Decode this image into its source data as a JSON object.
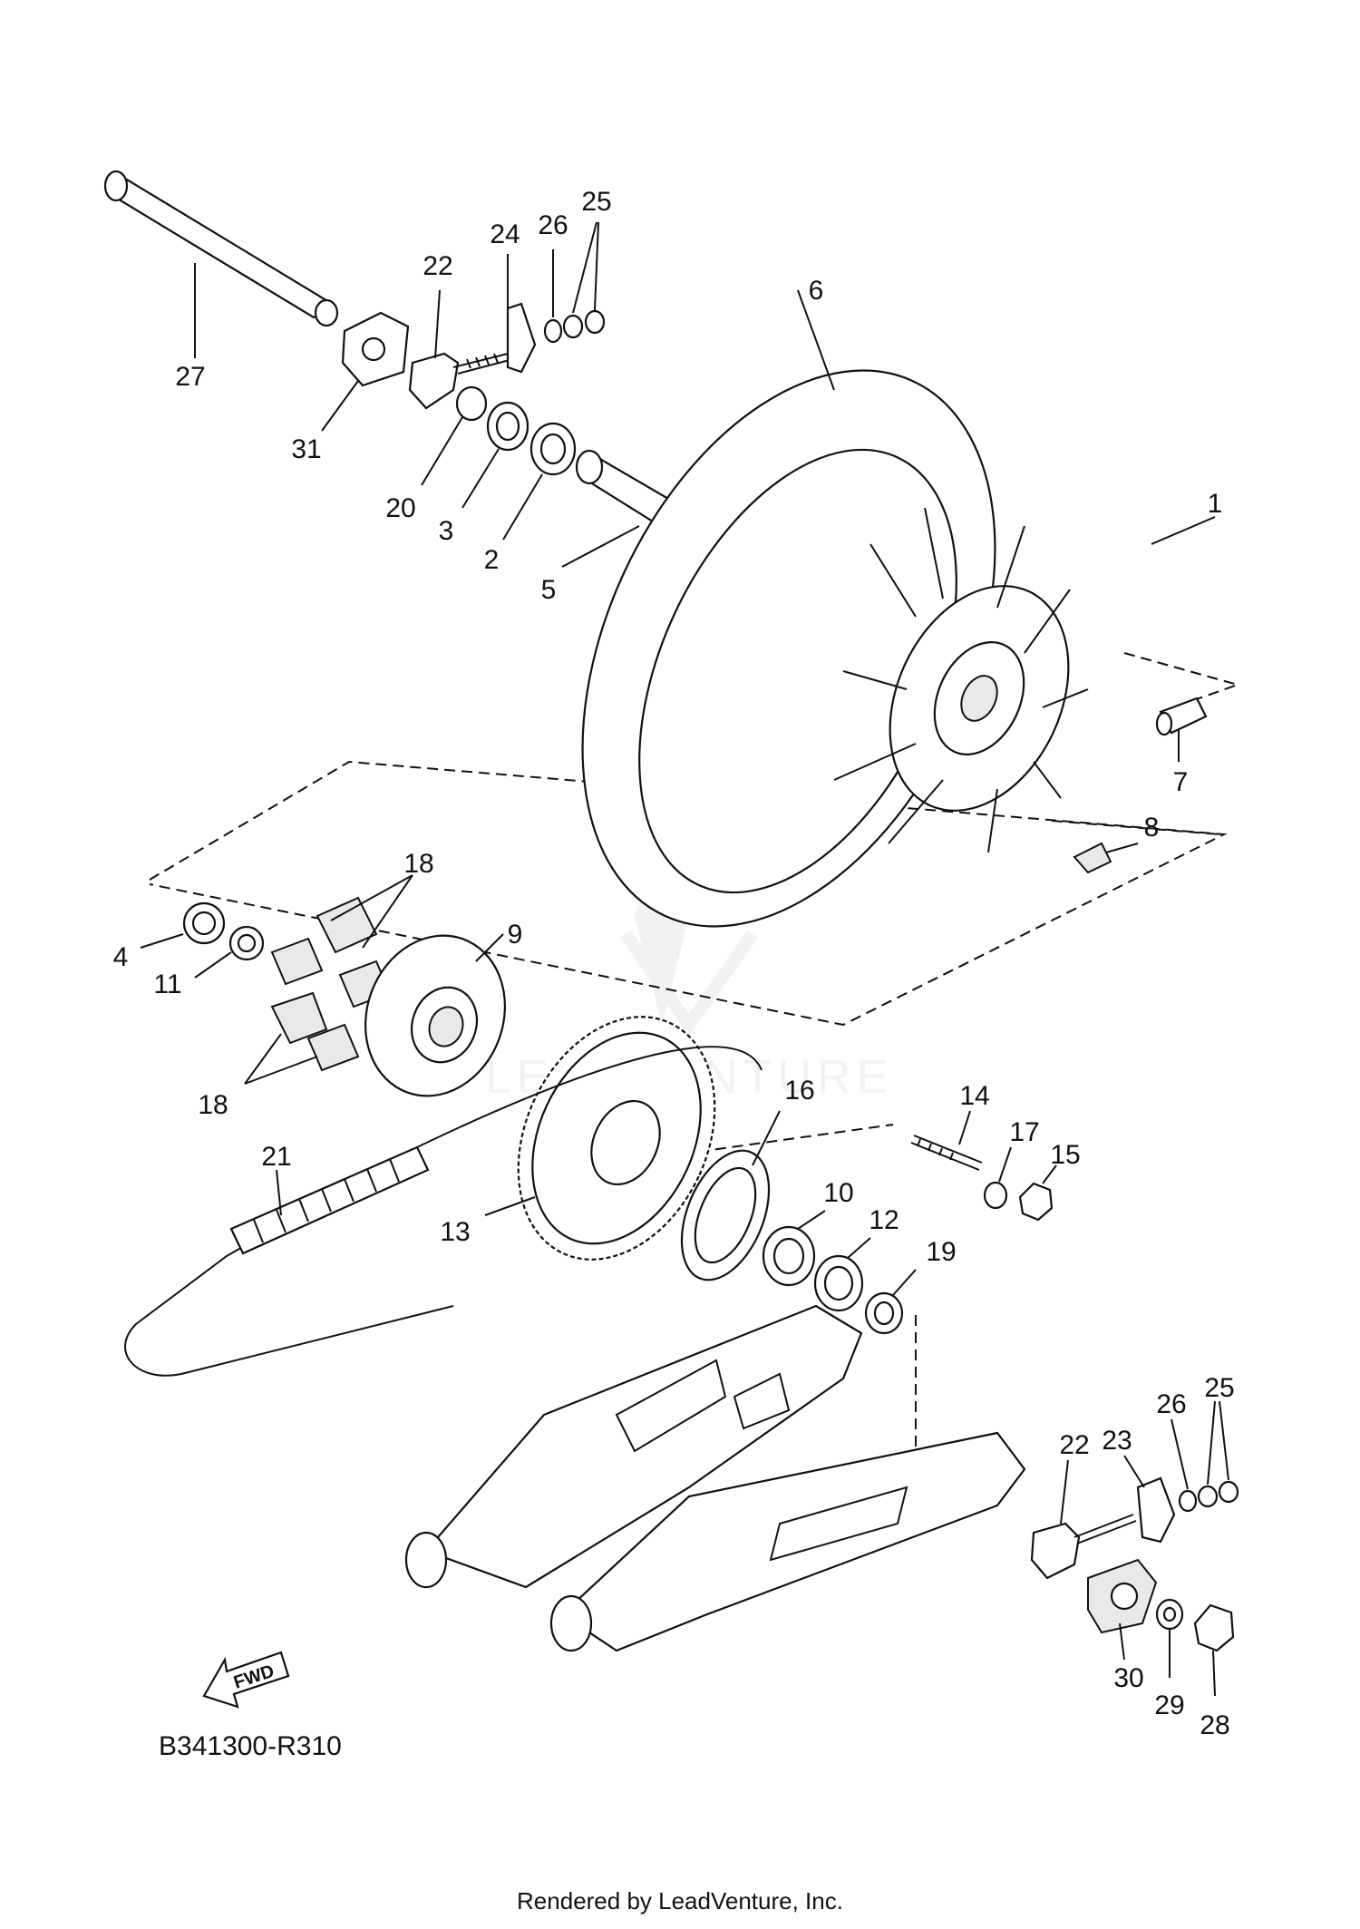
{
  "diagram": {
    "code": "B341300-R310",
    "fwd_label": "FWD",
    "footer": "Rendered by LeadVenture, Inc.",
    "watermark": "LEADVENTURE",
    "colors": {
      "line": "#111111",
      "background": "#ffffff",
      "watermark": "#e6e6e6"
    }
  },
  "callouts": [
    {
      "id": "c27",
      "label": "27"
    },
    {
      "id": "c22a",
      "label": "22"
    },
    {
      "id": "c24",
      "label": "24"
    },
    {
      "id": "c26a",
      "label": "26"
    },
    {
      "id": "c25a",
      "label": "25"
    },
    {
      "id": "c6",
      "label": "6"
    },
    {
      "id": "c31",
      "label": "31"
    },
    {
      "id": "c20",
      "label": "20"
    },
    {
      "id": "c3",
      "label": "3"
    },
    {
      "id": "c2",
      "label": "2"
    },
    {
      "id": "c5",
      "label": "5"
    },
    {
      "id": "c1",
      "label": "1"
    },
    {
      "id": "c7",
      "label": "7"
    },
    {
      "id": "c8",
      "label": "8"
    },
    {
      "id": "c18a",
      "label": "18"
    },
    {
      "id": "c4",
      "label": "4"
    },
    {
      "id": "c11",
      "label": "11"
    },
    {
      "id": "c9",
      "label": "9"
    },
    {
      "id": "c18b",
      "label": "18"
    },
    {
      "id": "c16",
      "label": "16"
    },
    {
      "id": "c14",
      "label": "14"
    },
    {
      "id": "c17",
      "label": "17"
    },
    {
      "id": "c15",
      "label": "15"
    },
    {
      "id": "c21",
      "label": "21"
    },
    {
      "id": "c10",
      "label": "10"
    },
    {
      "id": "c12",
      "label": "12"
    },
    {
      "id": "c13",
      "label": "13"
    },
    {
      "id": "c19",
      "label": "19"
    },
    {
      "id": "c25b",
      "label": "25"
    },
    {
      "id": "c26b",
      "label": "26"
    },
    {
      "id": "c22b",
      "label": "22"
    },
    {
      "id": "c23",
      "label": "23"
    },
    {
      "id": "c30",
      "label": "30"
    },
    {
      "id": "c29",
      "label": "29"
    },
    {
      "id": "c28",
      "label": "28"
    }
  ]
}
